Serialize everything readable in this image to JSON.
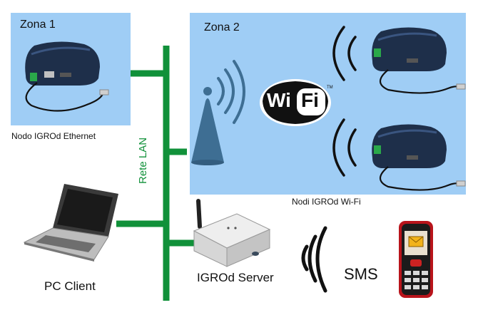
{
  "zone1": {
    "title": "Zona 1",
    "node_caption": "Nodo IGROd Ethernet"
  },
  "zone2": {
    "title": "Zona 2",
    "nodes_caption": "Nodi IGROd Wi-Fi"
  },
  "lan_label": "Rete LAN",
  "wifi_logo": {
    "left": "Wi",
    "right": "Fi",
    "tm": "TM"
  },
  "pc_caption": "PC Client",
  "server_caption": "IGROd Server",
  "sms_label": "SMS",
  "colors": {
    "zone_bg": "#9fcdf5",
    "lan_green": "#11913a",
    "antenna_blue": "#3e6e93"
  },
  "icons": [
    "antenna-icon",
    "wifi-signal-icon",
    "laptop-icon",
    "server-box-icon",
    "mobile-phone-icon",
    "envelope-icon",
    "igrod-node-icon"
  ]
}
